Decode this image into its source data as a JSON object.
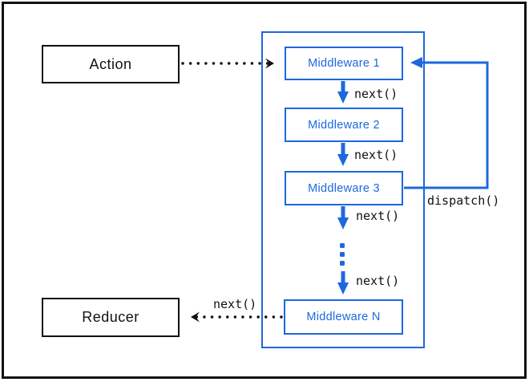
{
  "diagram": {
    "type": "flowchart",
    "subject": "redux-middleware-flow",
    "colors": {
      "accent_blue": "#1d68dd",
      "line_black": "#111111",
      "background": "#ffffff"
    },
    "nodes": {
      "action": {
        "label": "Action"
      },
      "reducer": {
        "label": "Reducer"
      },
      "middleware_1": {
        "label": "Middleware 1"
      },
      "middleware_2": {
        "label": "Middleware 2"
      },
      "middleware_3": {
        "label": "Middleware 3"
      },
      "middleware_n": {
        "label": "Middleware N"
      }
    },
    "edge_labels": {
      "next_1": "next()",
      "next_2": "next()",
      "next_3": "next()",
      "next_n": "next()",
      "next_to_reducer": "next()",
      "dispatch": "dispatch()"
    }
  }
}
